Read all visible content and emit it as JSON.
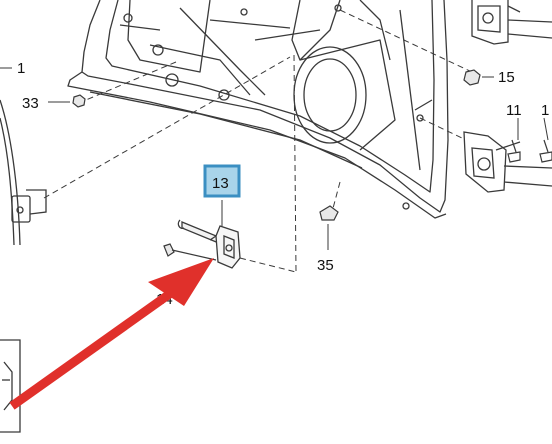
{
  "diagram": {
    "callouts": {
      "c1": "1",
      "c33": "33",
      "c15": "15",
      "c11": "11",
      "c1b": "1",
      "c13": "13",
      "c14": "14",
      "c35": "35"
    },
    "colors": {
      "line": "#3a3a3a",
      "thin": "#6b6b6b",
      "highlight_fill": "#a9d4ea",
      "highlight_border": "#3b8fc2",
      "arrow": "#e0302b"
    }
  }
}
